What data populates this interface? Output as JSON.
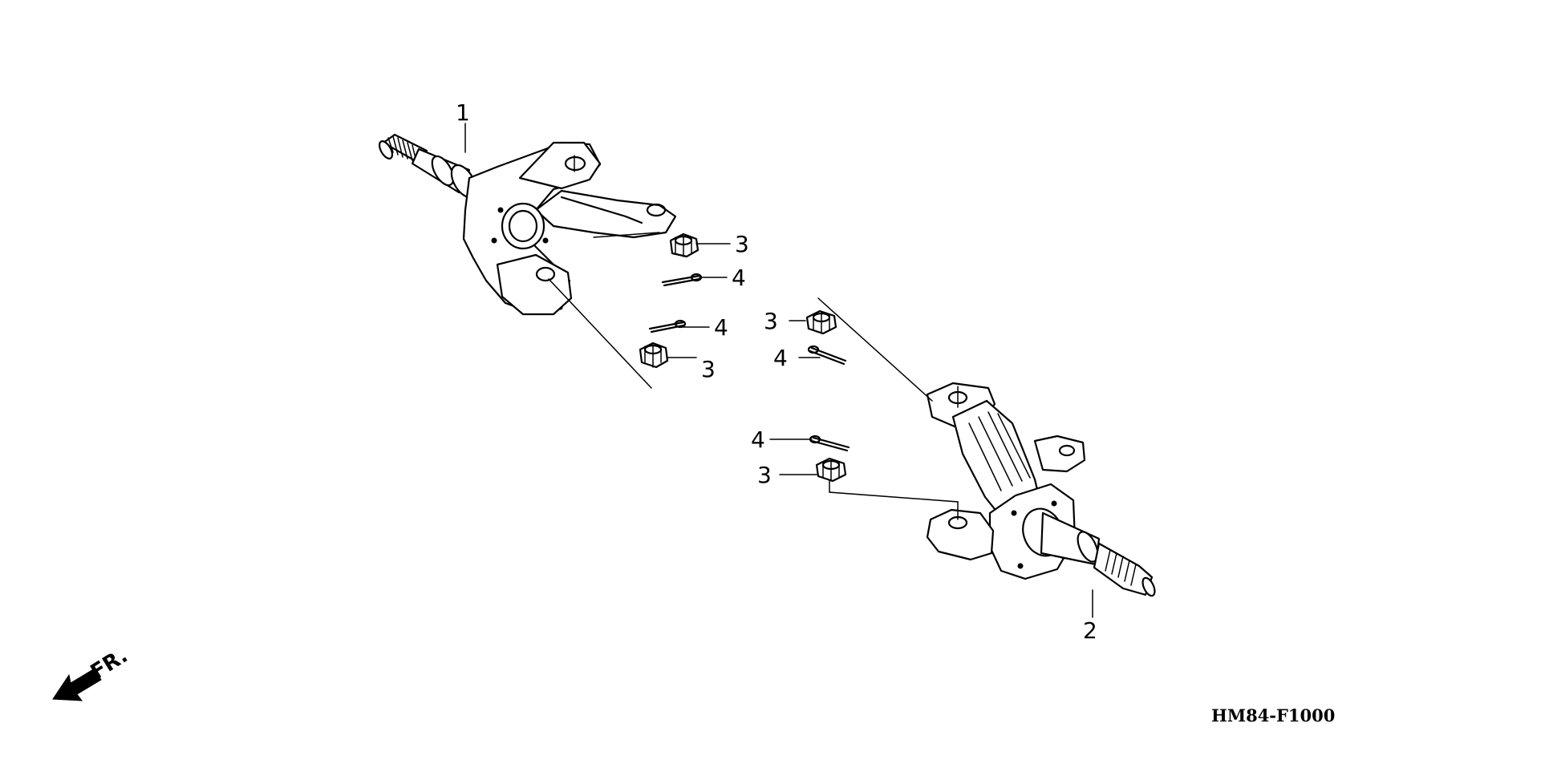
{
  "diagram": {
    "drawing_code": "HM84-F1000",
    "direction_label": "FR.",
    "parts": [
      {
        "ref": "1",
        "part": "left-knuckle"
      },
      {
        "ref": "2",
        "part": "right-knuckle"
      },
      {
        "ref": "3",
        "part": "castle-nut"
      },
      {
        "ref": "4",
        "part": "cotter-pin"
      }
    ],
    "callouts": {
      "c1": "1",
      "c2": "2",
      "c3a": "3",
      "c3b": "3",
      "c3c": "3",
      "c3d": "3",
      "c4a": "4",
      "c4b": "4",
      "c4c": "4",
      "c4d": "4"
    }
  }
}
